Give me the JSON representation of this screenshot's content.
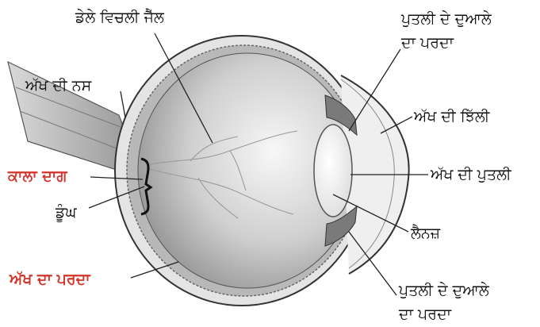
{
  "colors": {
    "text": "#111111",
    "highlight": "#d2352b",
    "outline": "#2a2a2a",
    "leader": "#222222"
  },
  "labels": {
    "vitreous": "ਡੇਲੇ ਵਿਚਲੀ ਜੈੱਲ",
    "iris_top": [
      "ਪੁਤਲੀ ਦੇ ਦੁਆਲੇ",
      "ਦਾ ਪਰਦਾ"
    ],
    "optic_nerve": "ਅੱਖ ਦੀ ਨਸ",
    "cornea": "ਅੱਖ ਦੀ ਝਿੱਲੀ",
    "macula": "ਕਾਲਾ ਦਾਗ",
    "pupil": "ਅੱਖ ਦੀ ਪੁਤਲੀ",
    "fovea": "ਡੂੰਘ",
    "lens": "ਲੈਨਜ਼",
    "retina": "ਅੱਖ ਦਾ ਪਰਦਾ",
    "iris_bottom": [
      "ਪੁਤਲੀ ਦੇ ਦੁਆਲੇ",
      "ਦਾ ਪਰਦਾ"
    ]
  }
}
